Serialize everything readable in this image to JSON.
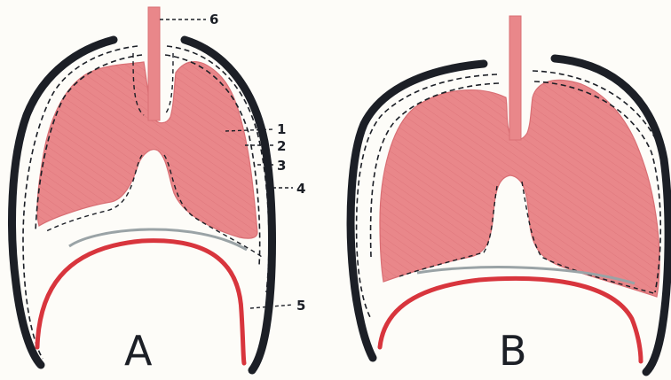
{
  "labels": {
    "one": "1",
    "two": "2",
    "three": "3",
    "four": "4",
    "five": "5",
    "six": "6"
  },
  "panels": {
    "a": "A",
    "b": "B"
  },
  "colors": {
    "lung": "#e9878a",
    "rib": "#1c1f26",
    "diaphragm": "#d8353d",
    "background": "#fdfcf8"
  }
}
